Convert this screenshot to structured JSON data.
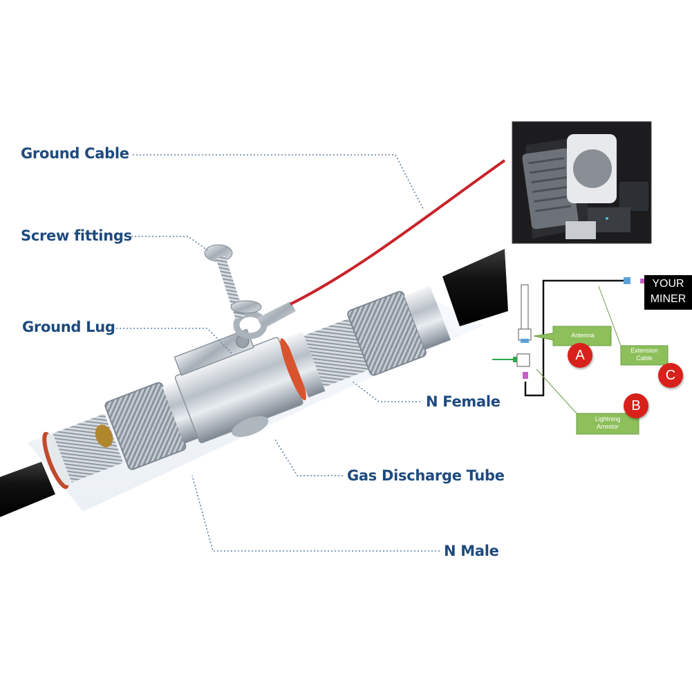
{
  "callouts": {
    "ground_cable": "Ground Cable",
    "screw_fittings": "Screw fittings",
    "ground_lug": "Ground Lug",
    "n_female": "N Female",
    "gas_discharge_tube": "Gas Discharge Tube",
    "n_male": "N Male"
  },
  "inset": {
    "miner_label_line1": "YOUR",
    "miner_label_line2": "MINER",
    "antenna_tag": "Antenna",
    "extension_cable_tag_line1": "Extension",
    "extension_cable_tag_line2": "Cable",
    "lightning_arrestor_tag_line1": "Lightning",
    "lightning_arrestor_tag_line2": "Arrestor",
    "badge_a": "A",
    "badge_b": "B",
    "badge_c": "C"
  },
  "colors": {
    "callout_text": "#1e4a7e",
    "leader_line": "#5c7fa3",
    "ground_wire": "#c9222a",
    "tag_green": "#8dbf5a",
    "badge_red": "#d9211b"
  }
}
